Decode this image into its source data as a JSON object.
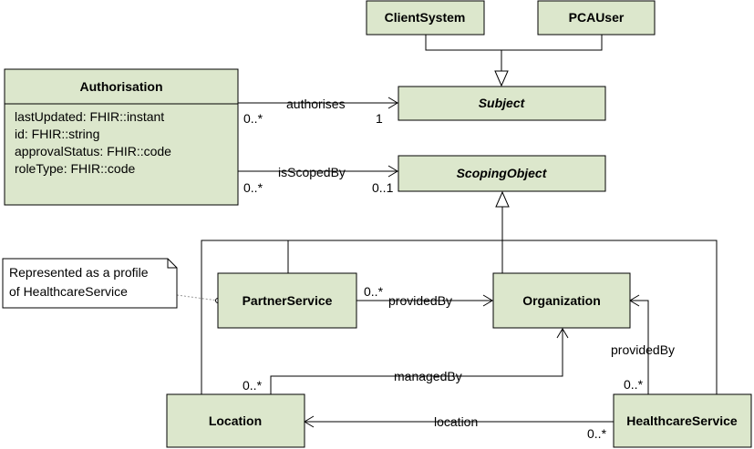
{
  "classes": {
    "client_system": "ClientSystem",
    "pca_user": "PCAUser",
    "authorisation": "Authorisation",
    "subject": "Subject",
    "scoping_object": "ScopingObject",
    "partner_service": "PartnerService",
    "organization": "Organization",
    "location": "Location",
    "healthcare_service": "HealthcareService"
  },
  "authorisation_attributes": [
    "lastUpdated: FHIR::instant",
    "id: FHIR::string",
    "approvalStatus: FHIR::code",
    "roleType: FHIR::code"
  ],
  "associations": {
    "authorises": {
      "label": "authorises",
      "source_mult": "0..*",
      "target_mult": "1"
    },
    "is_scoped_by": {
      "label": "isScopedBy",
      "source_mult": "0..*",
      "target_mult": "0..1"
    },
    "partner_provided_by": {
      "label": "providedBy",
      "source_mult": "0..*"
    },
    "hs_provided_by": {
      "label": "providedBy",
      "source_mult": "0..*"
    },
    "managed_by": {
      "label": "managedBy",
      "source_mult": "0..*"
    },
    "location": {
      "label": "location",
      "source_mult": "0..*"
    }
  },
  "note": {
    "line1": "Represented as a profile",
    "line2": "of HealthcareService"
  },
  "colors": {
    "class_fill": "#dce7cc",
    "stroke": "#000000",
    "note_fill": "#ffffff"
  }
}
